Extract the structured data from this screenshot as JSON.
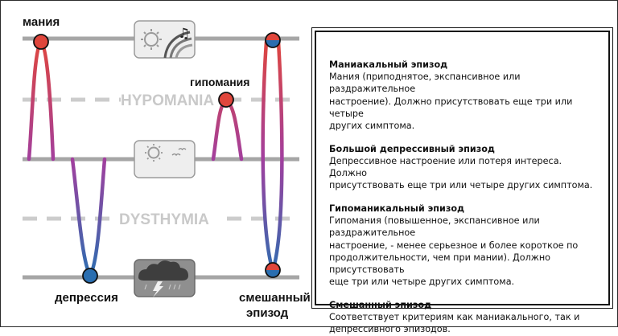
{
  "diagram": {
    "labels": {
      "mania": "мания",
      "hypomania": "гипомания",
      "depression": "депрессия",
      "mixed_line1": "смешанный",
      "mixed_line2": "эпизод"
    },
    "bands": {
      "hypomania": "HYPOMANIA",
      "dysthymia": "DYSTHYMIA"
    },
    "icons": {
      "mania": "sun-music-icon",
      "normal": "sun-birds-icon",
      "depression": "storm-cloud-icon"
    },
    "colors": {
      "mania": "#e0463c",
      "mid": "#a23f9e",
      "depression": "#2a6eb0",
      "line": "#a6a6a6",
      "band_text": "#c9c9c9"
    }
  },
  "legend": {
    "entries": [
      {
        "title": "Маниакальный эпизод",
        "lines": [
          "Мания (приподнятое, экспансивное или раздражительное",
          "настроение). Должно присутствовать еще три или четыре",
          "других симптома."
        ]
      },
      {
        "title": "Большой депрессивный эпизод",
        "lines": [
          "Депрессивное настроение или потеря интереса. Должно",
          "присутствовать еще три или четыре других симптома."
        ]
      },
      {
        "title": "Гипоманикальный эпизод",
        "lines": [
          "Гипомания (повышенное, экспансивное или раздражительное",
          "настроение, - менее серьезное и более короткое по",
          "продолжительности, чем при мании). Должно присутствовать",
          "еще три или четыре других симптома."
        ]
      },
      {
        "title": "Смешанный эпизод",
        "lines": [
          "Соответствует критериям как маниакального, так и",
          "депрессивного эпизодов."
        ]
      }
    ]
  }
}
